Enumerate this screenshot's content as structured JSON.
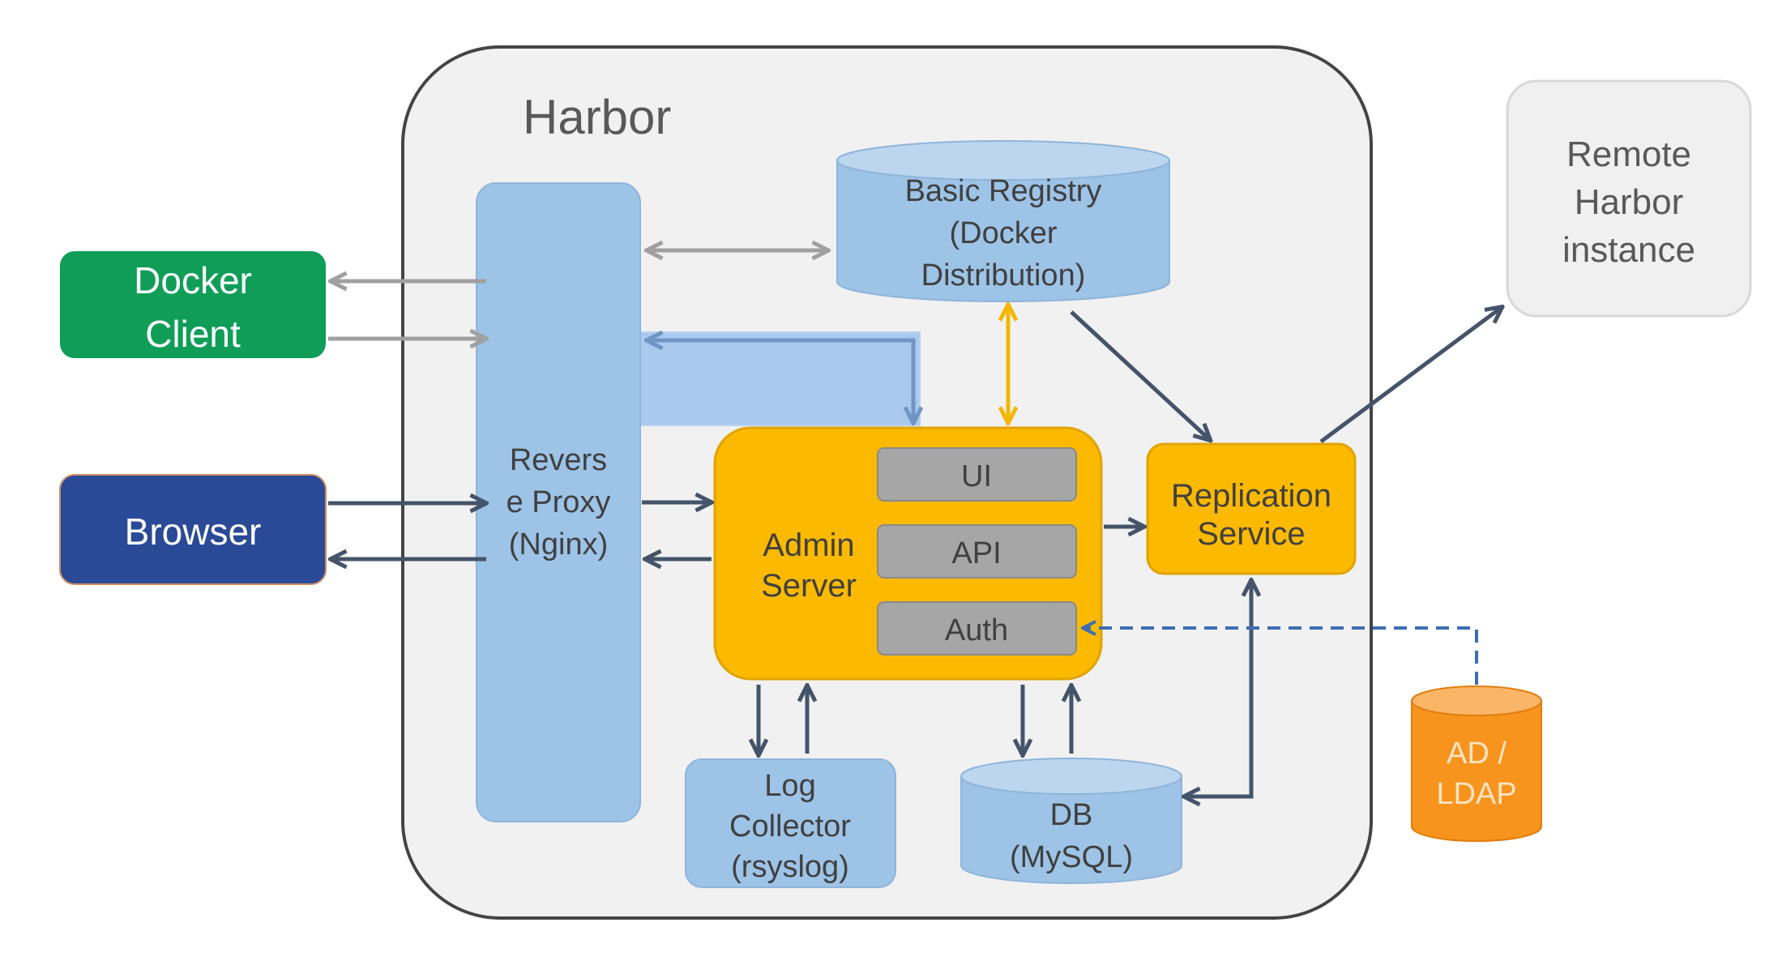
{
  "harbor": {
    "title": "Harbor"
  },
  "docker_client": {
    "line1": "Docker",
    "line2": "Client"
  },
  "browser": {
    "label": "Browser"
  },
  "reverse_proxy": {
    "line1": "Revers",
    "line2": "e Proxy",
    "line3": "(Nginx)"
  },
  "basic_registry": {
    "line1": "Basic Registry",
    "line2": "(Docker",
    "line3": "Distribution)"
  },
  "admin_server": {
    "line1": "Admin",
    "line2": "Server",
    "modules": {
      "ui": "UI",
      "api": "API",
      "auth": "Auth"
    }
  },
  "replication_service": {
    "line1": "Replication",
    "line2": "Service"
  },
  "log_collector": {
    "line1": "Log",
    "line2": "Collector",
    "line3": "(rsyslog)"
  },
  "db": {
    "line1": "DB",
    "line2": "(MySQL)"
  },
  "ad_ldap": {
    "line1": "AD /",
    "line2": "LDAP"
  },
  "remote_harbor": {
    "line1": "Remote",
    "line2": "Harbor",
    "line3": "instance"
  },
  "colors": {
    "green": "#0f9d58",
    "navy": "#2a4a97",
    "light_blue": "#9dc3e6",
    "amber": "#fbb900",
    "gray_module": "#a6a6a6",
    "orange": "#f7941d",
    "arrow": "#44546a",
    "yellow_arrow": "#f2b705"
  }
}
